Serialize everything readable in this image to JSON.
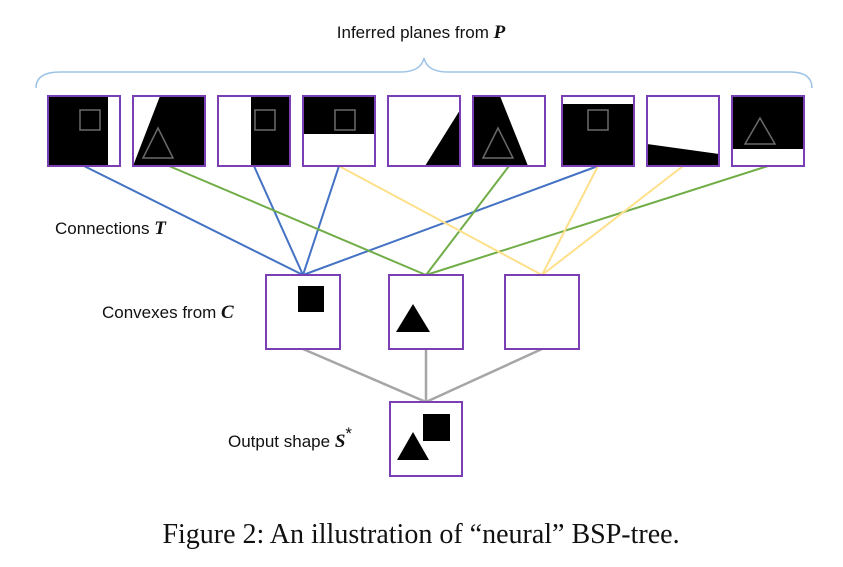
{
  "title": {
    "text": "Inferred planes from ",
    "var": "P"
  },
  "labels": {
    "connections": {
      "text": "Connections ",
      "var": "T"
    },
    "convexes": {
      "text": "Convexes from ",
      "var": "C"
    },
    "output": {
      "text": "Output shape ",
      "var": "S",
      "sup": "*"
    }
  },
  "caption": "Figure 2: An illustration of “neural” BSP-tree.",
  "colors": {
    "box_border": "#7b3fb5",
    "blue": "#4472c4",
    "green": "#70ad47",
    "yellow": "#ffe08a",
    "gray": "#a6a6a6",
    "brace": "#9dc3e6"
  },
  "planes": [
    "plane-1",
    "plane-2",
    "plane-3",
    "plane-4",
    "plane-5",
    "plane-6",
    "plane-7",
    "plane-8",
    "plane-9"
  ],
  "convexes": [
    "convex-square",
    "convex-triangle",
    "convex-empty"
  ],
  "connections": [
    {
      "from": 0,
      "to": 0,
      "color": "blue"
    },
    {
      "from": 2,
      "to": 0,
      "color": "blue"
    },
    {
      "from": 3,
      "to": 0,
      "color": "blue"
    },
    {
      "from": 6,
      "to": 0,
      "color": "blue"
    },
    {
      "from": 1,
      "to": 1,
      "color": "green"
    },
    {
      "from": 5,
      "to": 1,
      "color": "green"
    },
    {
      "from": 8,
      "to": 1,
      "color": "green"
    },
    {
      "from": 3,
      "to": 2,
      "color": "yellow"
    },
    {
      "from": 6,
      "to": 2,
      "color": "yellow"
    },
    {
      "from": 7,
      "to": 2,
      "color": "yellow"
    }
  ]
}
